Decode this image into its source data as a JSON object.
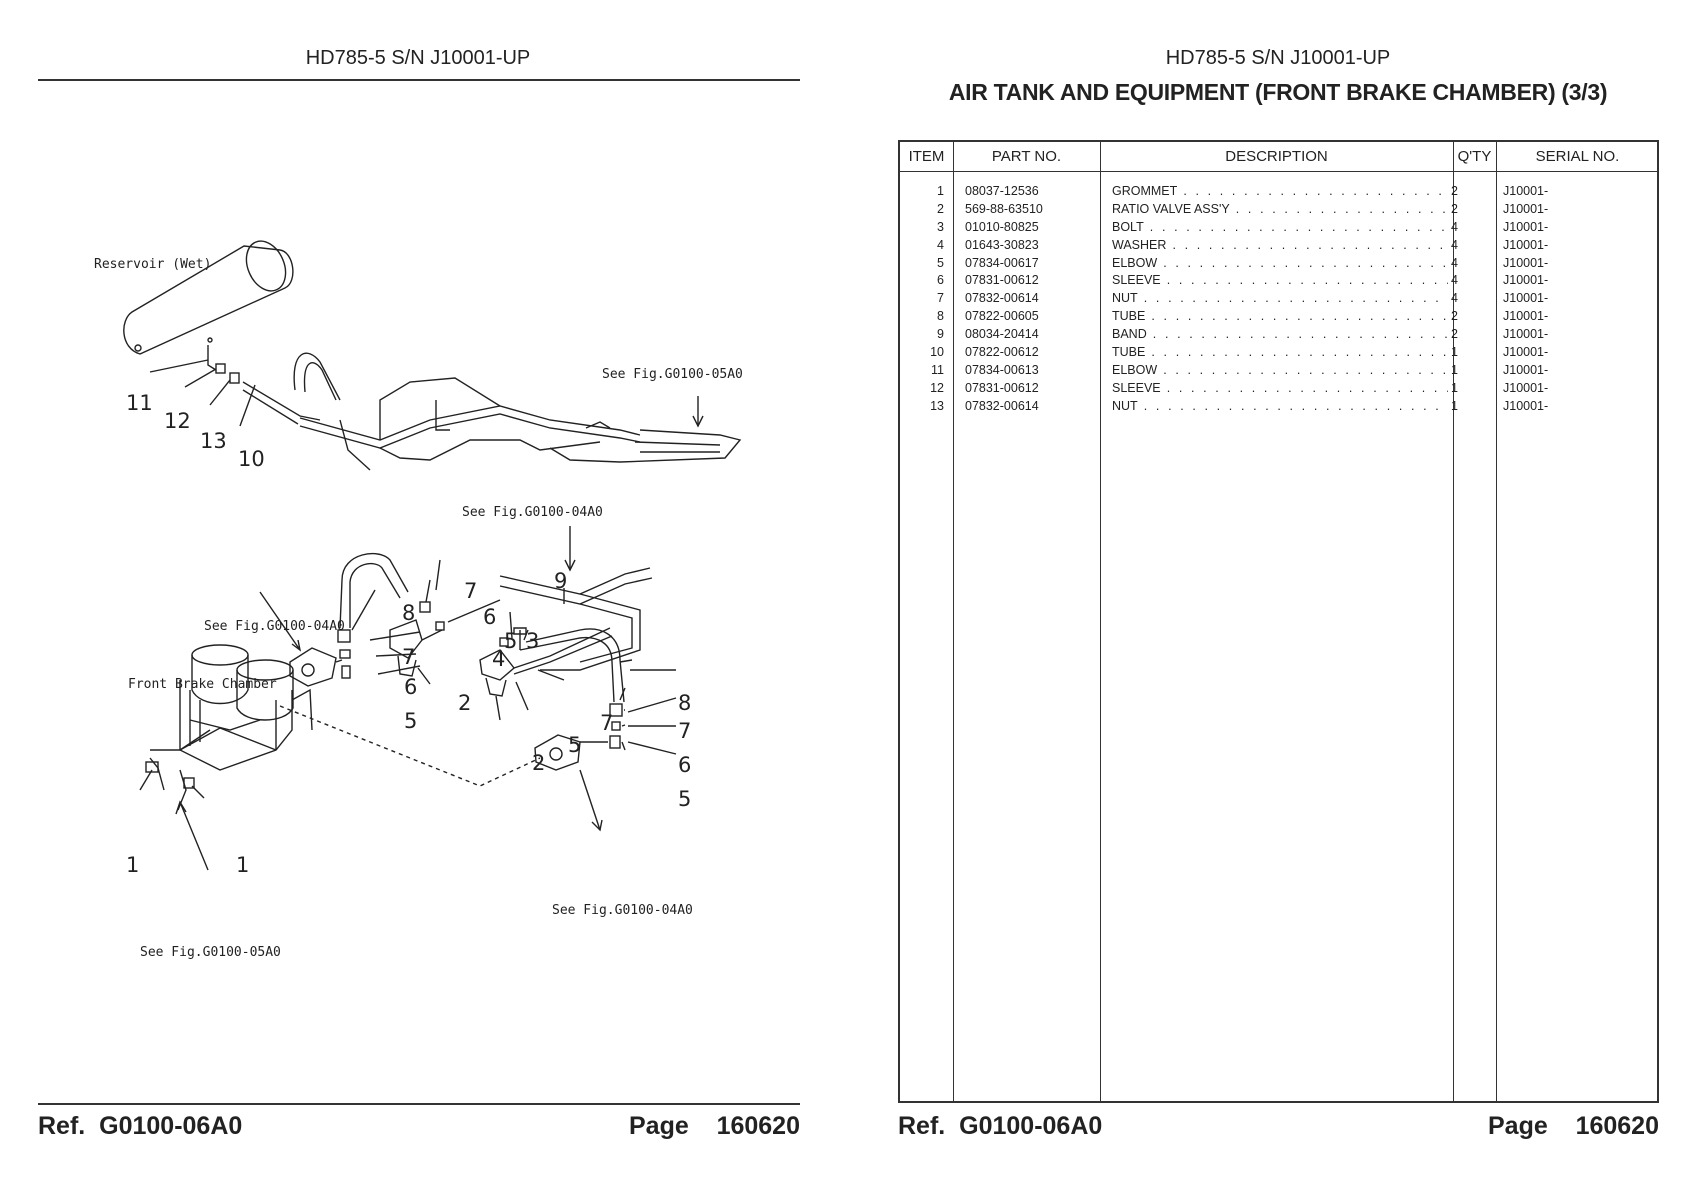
{
  "left_page": {
    "header": "HD785-5 S/N J10001-UP",
    "footer": {
      "ref_label": "Ref.",
      "ref_code": "G0100-06A0",
      "page_label": "Page",
      "page_number": "160620"
    }
  },
  "right_page": {
    "header": "HD785-5 S/N J10001-UP",
    "title": "AIR TANK AND EQUIPMENT (FRONT BRAKE CHAMBER) (3/3)",
    "footer": {
      "ref_label": "Ref.",
      "ref_code": "G0100-06A0",
      "page_label": "Page",
      "page_number": "160620"
    }
  },
  "drawing": {
    "labels": {
      "reservoir": "Reservoir (Wet)",
      "front_brake_chamber": "Front Brake Chamber",
      "see_05a0_top": "See Fig.G0100-05A0",
      "see_04a0_mid": "See Fig.G0100-04A0",
      "see_04a0_left": "See Fig.G0100-04A0",
      "see_04a0_bottom": "See Fig.G0100-04A0",
      "see_05a0_bottom": "See Fig.G0100-05A0"
    },
    "callouts": [
      "11",
      "12",
      "13",
      "10",
      "9",
      "8",
      "7",
      "6",
      "5",
      "3",
      "4",
      "2",
      "7",
      "8",
      "7",
      "6",
      "5",
      "2",
      "5",
      "7",
      "6",
      "5",
      "1",
      "1"
    ]
  },
  "table": {
    "headers": {
      "item": "ITEM",
      "part_no": "PART NO.",
      "description": "DESCRIPTION",
      "qty": "Q'TY",
      "serial": "SERIAL NO."
    },
    "rows": [
      {
        "item": "1",
        "part_no": "08037-12536",
        "description": "GROMMET",
        "qty": "2",
        "serial": "J10001-"
      },
      {
        "item": "2",
        "part_no": "569-88-63510",
        "description": "RATIO VALVE ASS'Y",
        "qty": "2",
        "serial": "J10001-"
      },
      {
        "item": "3",
        "part_no": "01010-80825",
        "description": "BOLT",
        "qty": "4",
        "serial": "J10001-"
      },
      {
        "item": "4",
        "part_no": "01643-30823",
        "description": "WASHER",
        "qty": "4",
        "serial": "J10001-"
      },
      {
        "item": "5",
        "part_no": "07834-00617",
        "description": "ELBOW",
        "qty": "4",
        "serial": "J10001-"
      },
      {
        "item": "6",
        "part_no": "07831-00612",
        "description": "SLEEVE",
        "qty": "4",
        "serial": "J10001-"
      },
      {
        "item": "7",
        "part_no": "07832-00614",
        "description": "NUT",
        "qty": "4",
        "serial": "J10001-"
      },
      {
        "item": "8",
        "part_no": "07822-00605",
        "description": "TUBE",
        "qty": "2",
        "serial": "J10001-"
      },
      {
        "item": "9",
        "part_no": "08034-20414",
        "description": "BAND",
        "qty": "2",
        "serial": "J10001-"
      },
      {
        "item": "10",
        "part_no": "07822-00612",
        "description": "TUBE",
        "qty": "1",
        "serial": "J10001-"
      },
      {
        "item": "11",
        "part_no": "07834-00613",
        "description": "ELBOW",
        "qty": "1",
        "serial": "J10001-"
      },
      {
        "item": "12",
        "part_no": "07831-00612",
        "description": "SLEEVE",
        "qty": "1",
        "serial": "J10001-"
      },
      {
        "item": "13",
        "part_no": "07832-00614",
        "description": "NUT",
        "qty": "1",
        "serial": "J10001-"
      }
    ]
  }
}
